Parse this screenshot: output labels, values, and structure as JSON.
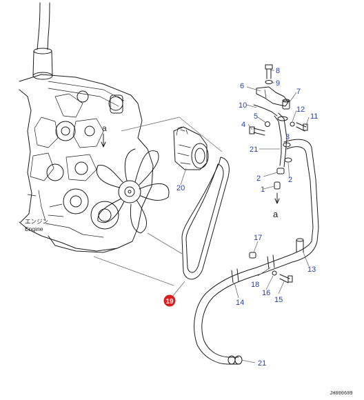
{
  "diagram": {
    "engine_label_jp": "エンジン",
    "engine_label_en": "Engine",
    "drawing_code": "JH000609",
    "connector_label": "a",
    "colors": {
      "line": "#1a1a1a",
      "callout_number": "#1f3fb0",
      "highlight_badge": "#d81e1e",
      "leader": "#6a6a6a"
    },
    "callouts": [
      {
        "id": "c1",
        "label": "1"
      },
      {
        "id": "c2a",
        "label": "2"
      },
      {
        "id": "c2b",
        "label": "2"
      },
      {
        "id": "c3",
        "label": "3"
      },
      {
        "id": "c4",
        "label": "4"
      },
      {
        "id": "c5",
        "label": "5"
      },
      {
        "id": "c6",
        "label": "6"
      },
      {
        "id": "c7",
        "label": "7"
      },
      {
        "id": "c8",
        "label": "8"
      },
      {
        "id": "c9",
        "label": "9"
      },
      {
        "id": "c10",
        "label": "10"
      },
      {
        "id": "c11",
        "label": "11"
      },
      {
        "id": "c12",
        "label": "12"
      },
      {
        "id": "c13",
        "label": "13"
      },
      {
        "id": "c14",
        "label": "14"
      },
      {
        "id": "c15",
        "label": "15"
      },
      {
        "id": "c16",
        "label": "16"
      },
      {
        "id": "c17",
        "label": "17"
      },
      {
        "id": "c18",
        "label": "18"
      },
      {
        "id": "c19",
        "label": "19",
        "highlighted": true
      },
      {
        "id": "c20",
        "label": "20"
      },
      {
        "id": "c21a",
        "label": "21"
      },
      {
        "id": "c21b",
        "label": "21"
      }
    ]
  }
}
